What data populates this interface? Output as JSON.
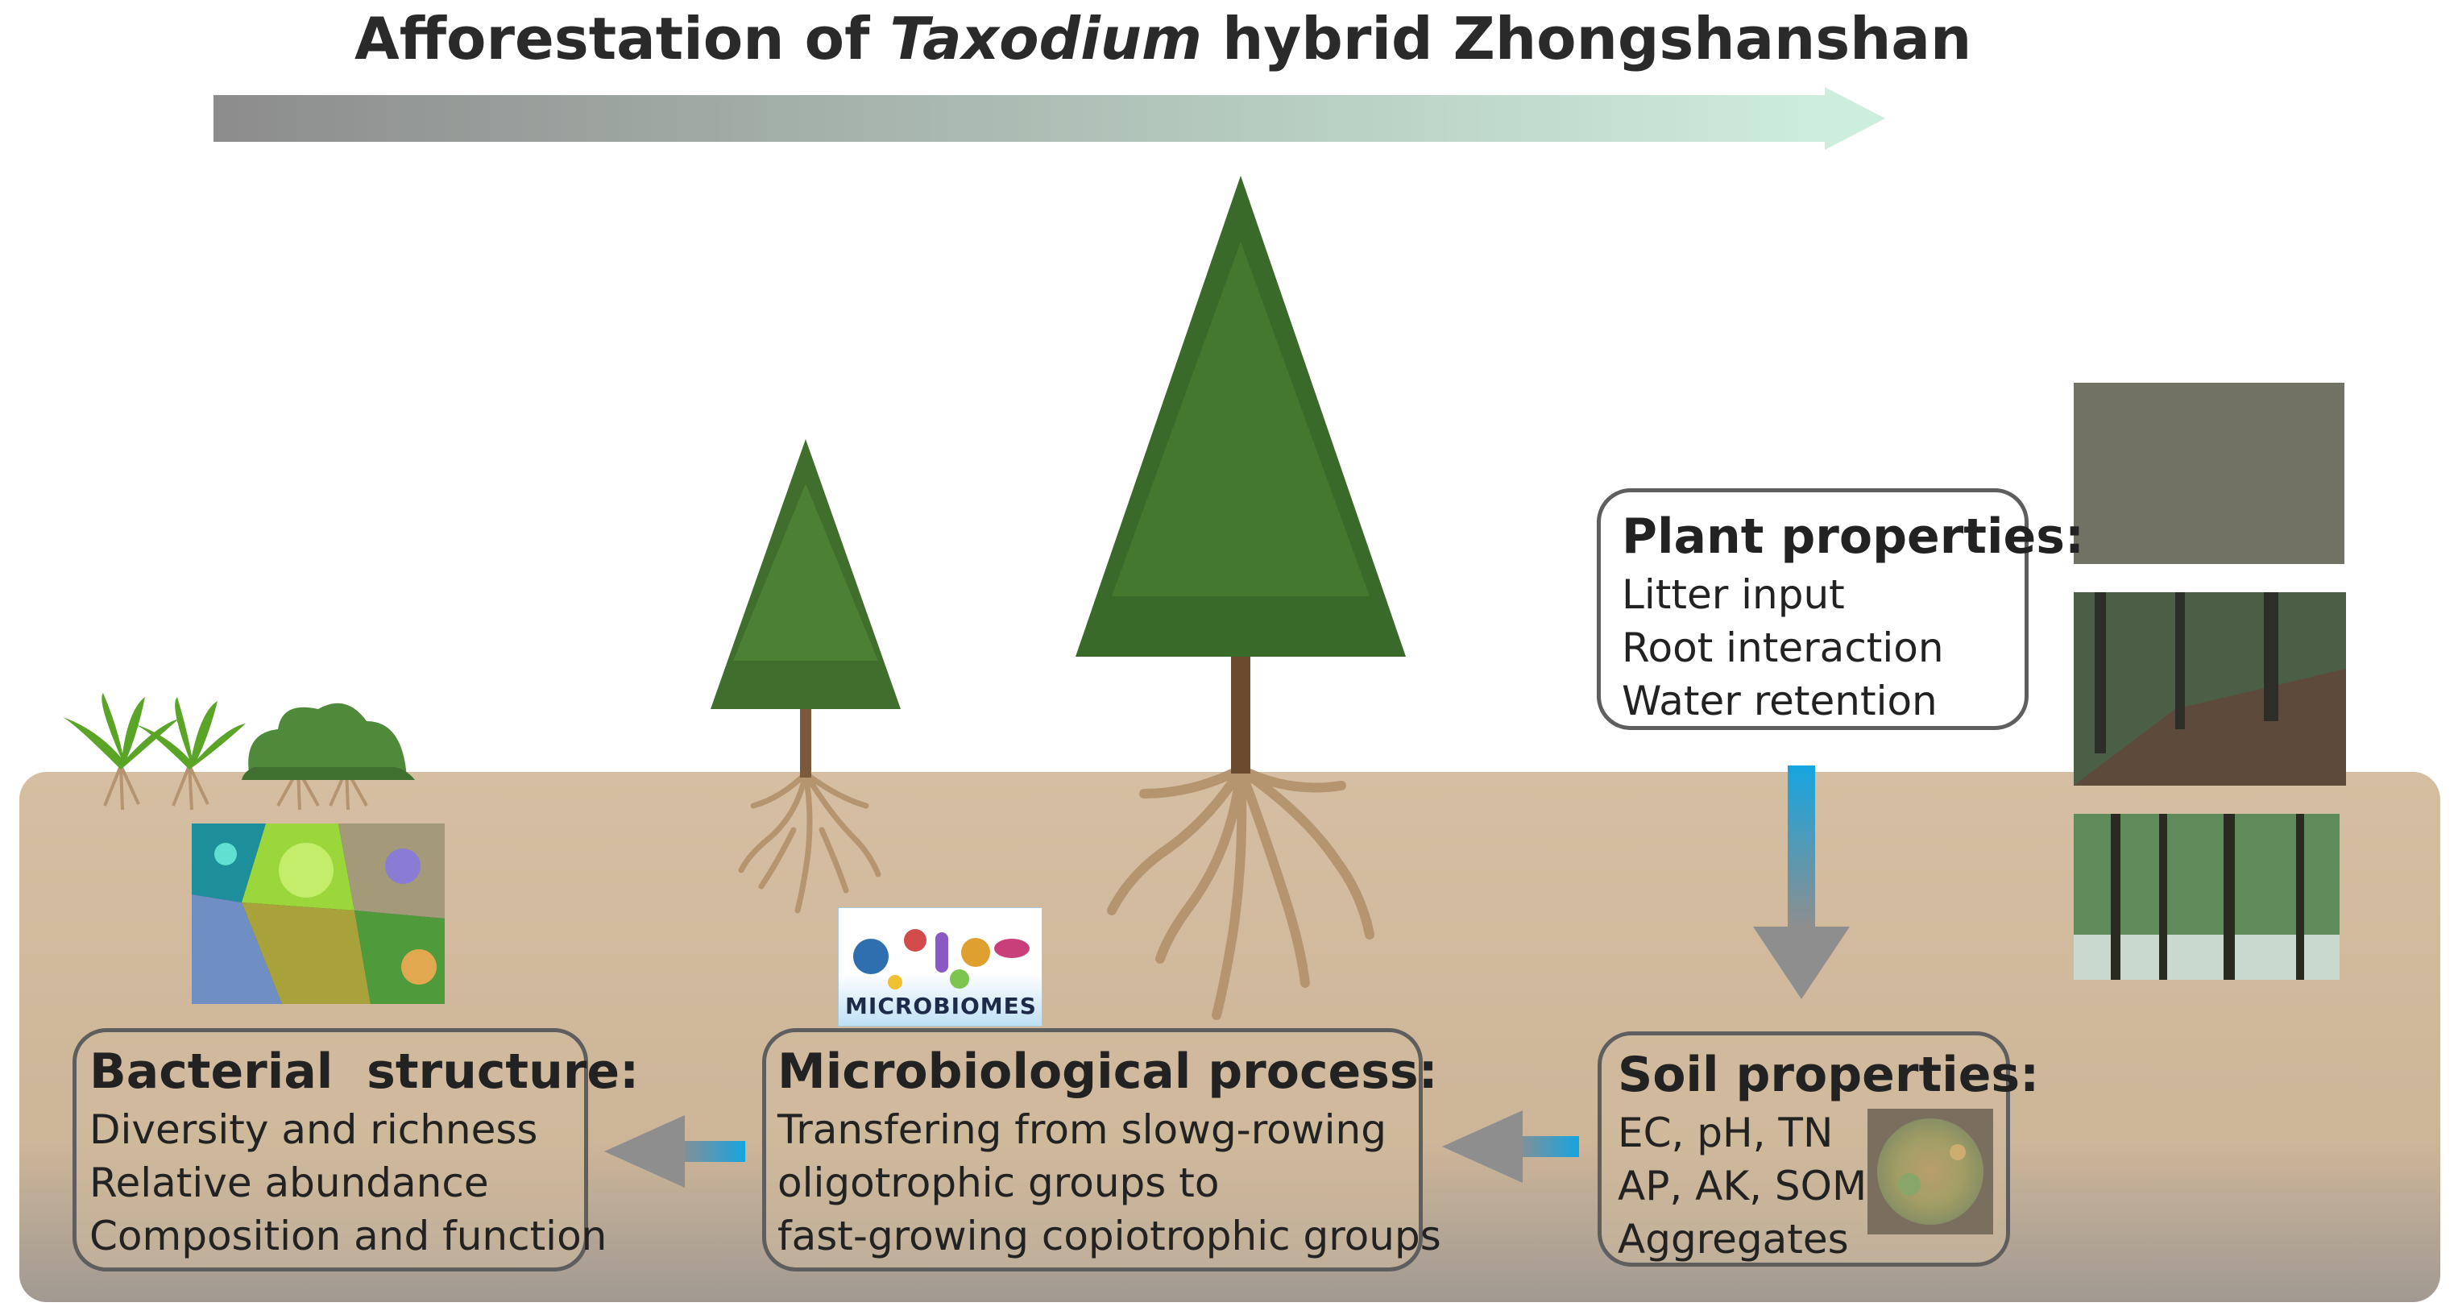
{
  "title": {
    "prefix": "Afforestation of",
    "genus": "Taxodium",
    "suffix": "hybrid Zhongshanshan"
  },
  "plant_box": {
    "heading": "Plant properties:",
    "lines": [
      "Litter input",
      "Root interaction",
      "Water retention"
    ]
  },
  "soil_box": {
    "heading": "Soil properties:",
    "lines": [
      "EC, pH, TN",
      "AP, AK, SOM",
      "Aggregates"
    ]
  },
  "micro_box": {
    "heading": "Microbiological process:",
    "lines": [
      "Transfering from slowg-rowing",
      "oligotrophic groups to",
      "fast-growing copiotrophic groups"
    ]
  },
  "bacteria_box": {
    "heading": "Bacterial  structure:",
    "lines": [
      "Diversity and richness",
      "Relative abundance",
      "Composition and function"
    ]
  },
  "microbiomes_badge": "MICROBIOMES",
  "colors": {
    "soil": "#d1bb9e",
    "tree_green": "#3f6e2d",
    "root": "#b59470",
    "arrow_blue": "#1aa3dc",
    "arrow_grey": "#8a8a8a",
    "box_border": "#5e5e5e"
  },
  "icons": [
    "timeline-arrow",
    "grass-seedling-icon",
    "young-tree-icon",
    "mature-tree-icon",
    "bacteria-collage-image",
    "microbiomes-badge",
    "litter-photo",
    "roots-photo",
    "forest-photo",
    "soil-aggregate-image"
  ]
}
